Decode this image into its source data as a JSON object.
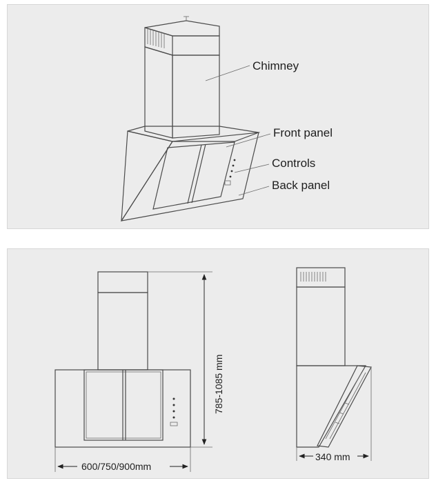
{
  "labels": {
    "chimney": "Chimney",
    "front_panel": "Front panel",
    "controls": "Controls",
    "back_panel": "Back panel"
  },
  "dimensions": {
    "height": "785-1085 mm",
    "width": "600/750/900mm",
    "depth": "340 mm"
  }
}
